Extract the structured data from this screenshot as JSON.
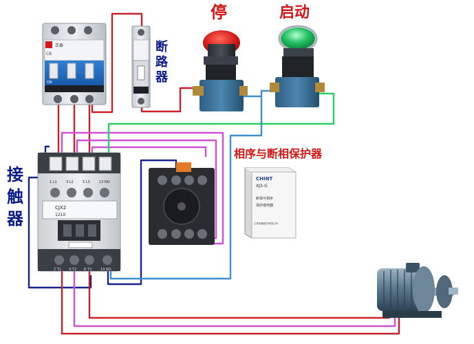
{
  "labels": {
    "stop": "停",
    "start": "启动",
    "breaker": [
      "断",
      "路",
      "器"
    ],
    "contactor": [
      "接",
      "触",
      "器"
    ],
    "phase_relay": "相序与断相保护器"
  },
  "device_markings": {
    "breaker_brand": "正泰",
    "breaker_model": "C6",
    "breaker_on": "ON",
    "contactor_model": "CJX2",
    "contactor_rating": "1210",
    "relay_brand": "CHINT",
    "relay_model": "XJ3-G",
    "relay_text1": "断相与相序",
    "relay_text2": "保护继电器",
    "relay_text3": "正泰电器股份有限公司",
    "terminal_l1": "1 L1",
    "terminal_l2": "3 L2",
    "terminal_l3": "5 L3",
    "terminal_no": "13 NO",
    "terminal_t1": "2 T1",
    "terminal_t2": "4 T2",
    "terminal_t3": "6 T3",
    "terminal_no2": "14 NO"
  },
  "colors": {
    "label_blue": "#0b1d8c",
    "label_red": "#d21515",
    "wire_red": "#c8212a",
    "wire_magenta": "#d14fd0",
    "wire_navy": "#14228a",
    "wire_green": "#29cf63",
    "wire_blue": "#3d8fd0"
  }
}
